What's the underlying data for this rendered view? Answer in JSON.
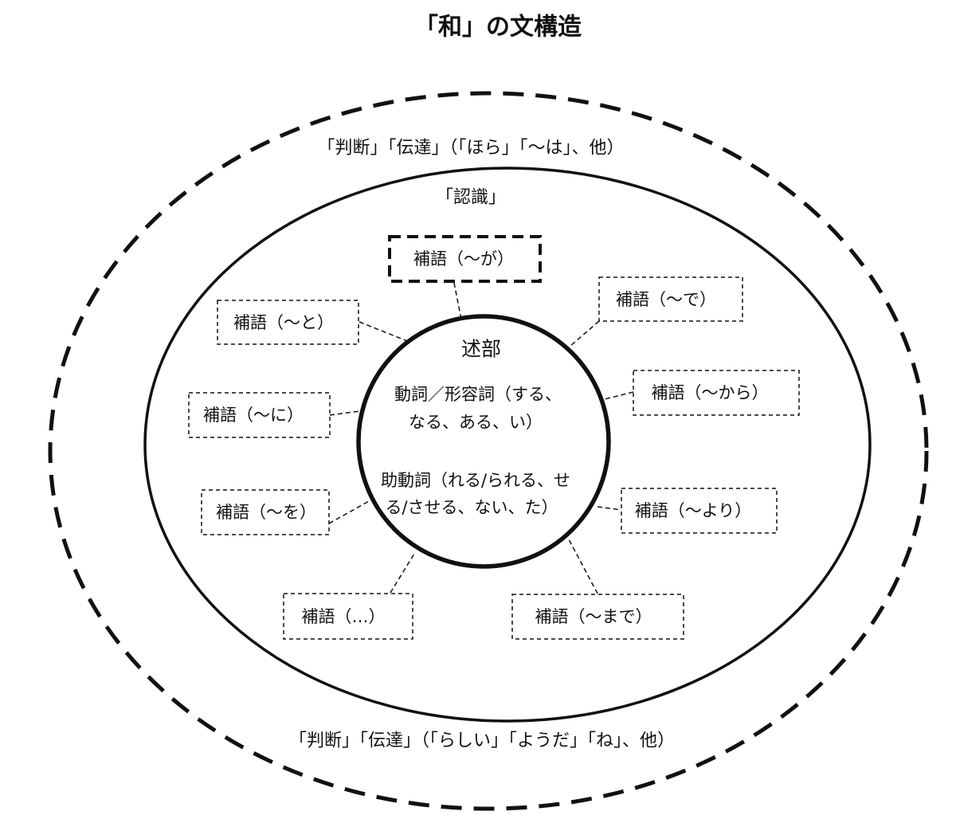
{
  "title": "「和」の文構造",
  "outer_layer": {
    "top_label": "「判断」「伝達」（「ほら」「～は」、他）",
    "bottom_label": "「判断」「伝達」（「らしい」「ようだ」「ね」、他）"
  },
  "inner_layer": {
    "label": "「認識」"
  },
  "predicate": {
    "heading": "述部",
    "lines": [
      "動詞／形容詞（する、",
      "なる、ある、い）",
      "助動詞（れる/られる、せ",
      "る/させる、ない、た）"
    ]
  },
  "complements": [
    "補語（～が）",
    "補語（～で）",
    "補語（～と）",
    "補語（～から）",
    "補語（～に）",
    "補語（～を）",
    "補語（～より）",
    "補語（…）",
    "補語（～まで）"
  ]
}
